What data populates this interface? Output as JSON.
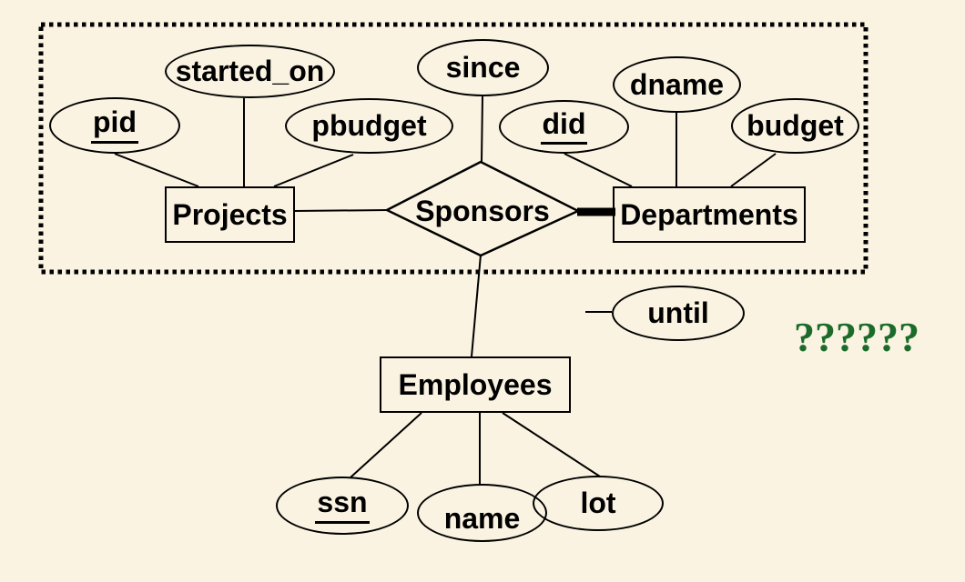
{
  "diagram_type": "er-diagram",
  "entities": {
    "projects": {
      "label": "Projects"
    },
    "departments": {
      "label": "Departments"
    },
    "employees": {
      "label": "Employees"
    }
  },
  "relationships": {
    "sponsors": {
      "label": "Sponsors"
    }
  },
  "attributes": {
    "pid": {
      "label": "pid",
      "is_key": true
    },
    "started_on": {
      "label": "started_on",
      "is_key": false
    },
    "pbudget": {
      "label": "pbudget",
      "is_key": false
    },
    "since": {
      "label": "since",
      "is_key": false
    },
    "did": {
      "label": "did",
      "is_key": true
    },
    "dname": {
      "label": "dname",
      "is_key": false
    },
    "budget": {
      "label": "budget",
      "is_key": false
    },
    "until": {
      "label": "until",
      "is_key": false
    },
    "ssn": {
      "label": "ssn",
      "is_key": true
    },
    "name": {
      "label": "name",
      "is_key": false
    },
    "lot": {
      "label": "lot",
      "is_key": false
    }
  },
  "edges": [
    {
      "from": "pid",
      "to": "projects",
      "style": "plain"
    },
    {
      "from": "started_on",
      "to": "projects",
      "style": "plain"
    },
    {
      "from": "pbudget",
      "to": "projects",
      "style": "plain"
    },
    {
      "from": "projects",
      "to": "sponsors",
      "style": "plain"
    },
    {
      "from": "since",
      "to": "sponsors",
      "style": "plain"
    },
    {
      "from": "sponsors",
      "to": "departments",
      "style": "thick"
    },
    {
      "from": "did",
      "to": "departments",
      "style": "plain"
    },
    {
      "from": "dname",
      "to": "departments",
      "style": "plain"
    },
    {
      "from": "budget",
      "to": "departments",
      "style": "plain"
    },
    {
      "from": "sponsors",
      "to": "employees",
      "style": "plain"
    },
    {
      "from": "employees",
      "to": "ssn",
      "style": "plain"
    },
    {
      "from": "employees",
      "to": "name",
      "style": "plain"
    },
    {
      "from": "employees",
      "to": "lot",
      "style": "plain"
    },
    {
      "from": "until",
      "to": null,
      "style": "dangling-stub"
    }
  ],
  "aggregation_box": {
    "style": "dotted",
    "contains": [
      "projects",
      "sponsors",
      "departments"
    ]
  },
  "annotation": {
    "text": "??????",
    "color": "#1d6b2b"
  },
  "colors": {
    "background": "#faf3e2",
    "stroke": "#000000",
    "annotation": "#1d6b2b"
  }
}
